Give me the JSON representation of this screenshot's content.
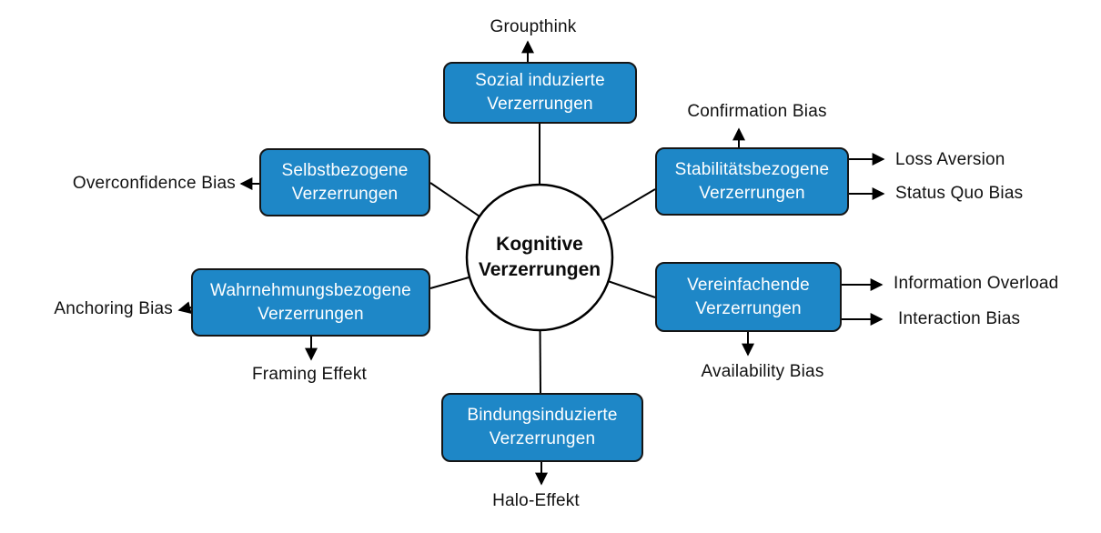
{
  "diagram": {
    "center_label": "Kognitive Verzerrungen",
    "categories": [
      {
        "label": "Sozial induzierte Verzerrungen",
        "examples": [
          "Groupthink"
        ]
      },
      {
        "label": "Stabilitätsbezogene Verzerrungen",
        "examples": [
          "Confirmation Bias",
          "Loss Aversion",
          "Status Quo Bias"
        ]
      },
      {
        "label": "Vereinfachende Verzerrungen",
        "examples": [
          "Information Overload",
          "Interaction Bias",
          "Availability Bias"
        ]
      },
      {
        "label": "Bindungsinduzierte Verzerrungen",
        "examples": [
          "Halo-Effekt"
        ]
      },
      {
        "label": "Wahrnehmungsbezogene Verzerrungen",
        "examples": [
          "Anchoring Bias",
          "Framing Effekt"
        ]
      },
      {
        "label": "Selbstbezogene Verzerrungen",
        "examples": [
          "Overconfidence Bias"
        ]
      }
    ],
    "colors": {
      "node_fill": "#1e87c7",
      "node_border": "#151515",
      "node_text": "#ffffff",
      "connector": "#000000",
      "label_text": "#111111",
      "background": "#ffffff"
    }
  }
}
